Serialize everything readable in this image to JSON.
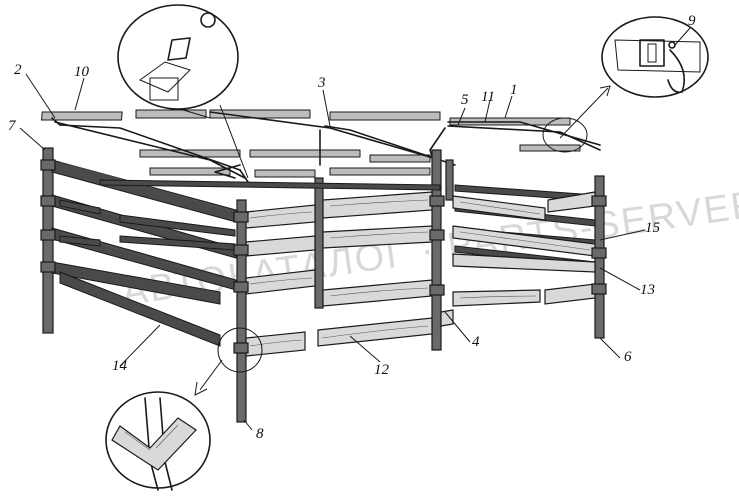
{
  "labels": {
    "l1": "1",
    "l2": "2",
    "l3": "3",
    "l4": "4",
    "l5": "5",
    "l6": "6",
    "l7": "7",
    "l8": "8",
    "l9": "9",
    "l10": "10",
    "l11": "11",
    "l12": "12",
    "l13": "13",
    "l14": "14",
    "l15": "15"
  },
  "watermark": "АВТОКАТАЛОГ · PARTS-SERVER.COM"
}
